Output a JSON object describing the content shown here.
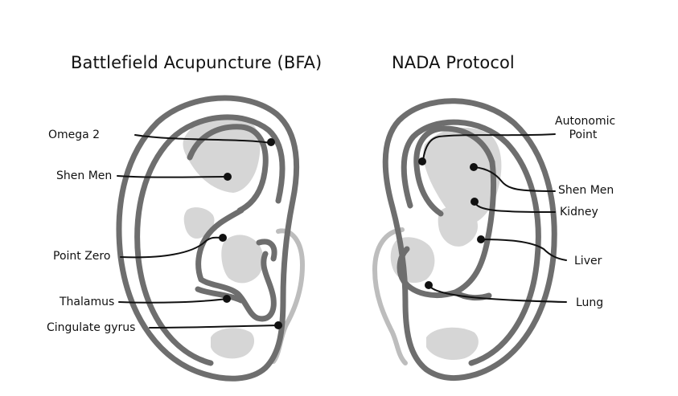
{
  "colors": {
    "outline": "#6e6e6e",
    "shade": "#d6d6d6",
    "lobe_outline": "#bdbdbd",
    "dot": "#111111",
    "leader": "#111111",
    "background": "#ffffff"
  },
  "left_ear": {
    "title": "Battlefield Acupuncture (BFA)",
    "points": [
      {
        "id": "omega-2",
        "label": "Omega 2"
      },
      {
        "id": "shen-men-bfa",
        "label": "Shen Men"
      },
      {
        "id": "point-zero",
        "label": "Point Zero"
      },
      {
        "id": "thalamus",
        "label": "Thalamus"
      },
      {
        "id": "cingulate-gyrus",
        "label": "Cingulate gyrus"
      }
    ]
  },
  "right_ear": {
    "title": "NADA Protocol",
    "points": [
      {
        "id": "autonomic-point",
        "label": "Autonomic Point"
      },
      {
        "id": "shen-men-nada",
        "label": "Shen Men"
      },
      {
        "id": "kidney",
        "label": "Kidney"
      },
      {
        "id": "liver",
        "label": "Liver"
      },
      {
        "id": "lung",
        "label": "Lung"
      }
    ]
  }
}
